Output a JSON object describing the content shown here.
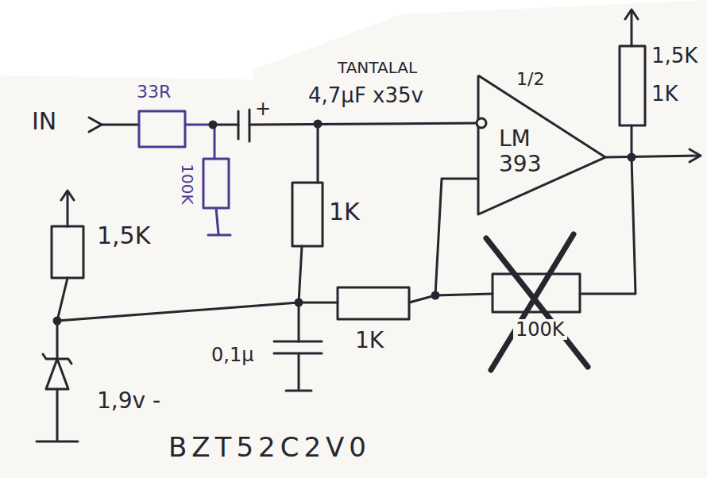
{
  "diagram": {
    "nodes": [
      {
        "text": [
          "1/2",
          "LM 393"
        ]
      }
    ],
    "labels": [
      "IN",
      "33R",
      "100K",
      "TANTALAL",
      "+",
      "4,7µF x35v",
      "1K",
      "1,5K",
      "0,1µ",
      "1K",
      "100K",
      "1,9v -",
      "BZT52C2V0",
      "1,5K",
      "1K"
    ]
  }
}
